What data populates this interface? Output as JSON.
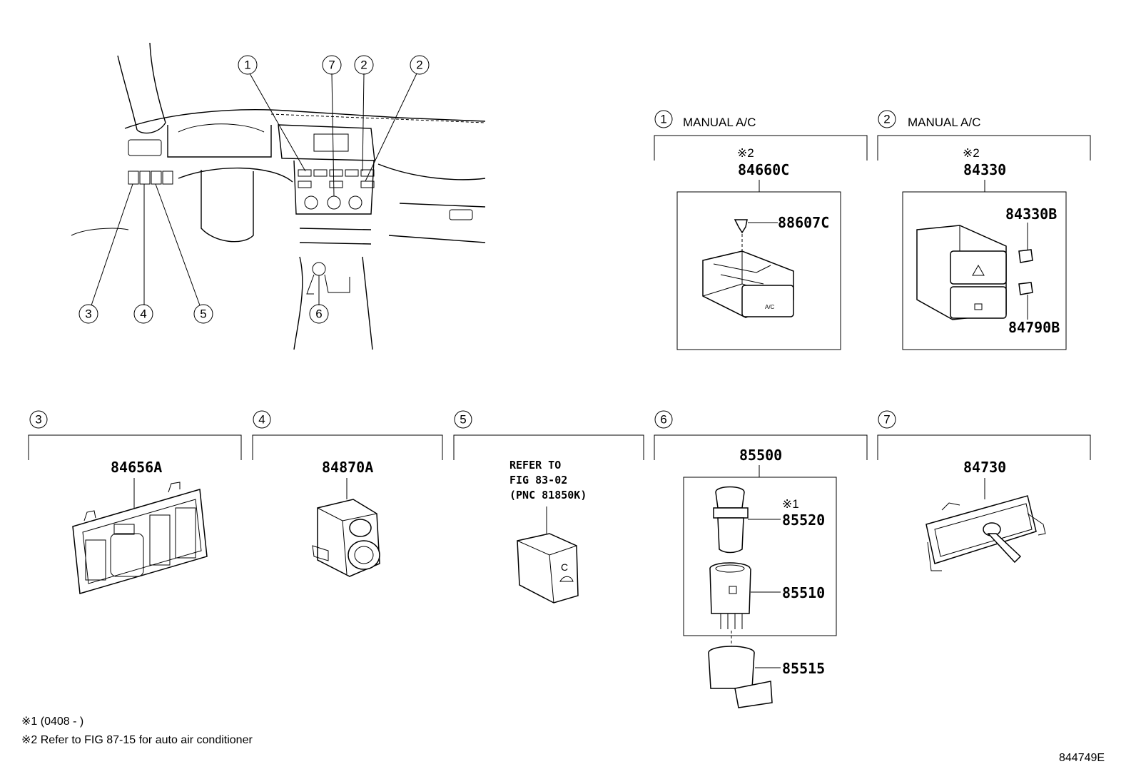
{
  "overview": {
    "callouts": [
      "1",
      "7",
      "2",
      "2",
      "3",
      "4",
      "5",
      "6"
    ]
  },
  "sections": [
    {
      "num": "1",
      "title": "MANUAL A/C",
      "note_mark": "※2",
      "part": "84660C",
      "subparts": [
        "88607C"
      ]
    },
    {
      "num": "2",
      "title": "MANUAL A/C",
      "note_mark": "※2",
      "part": "84330",
      "subparts": [
        "84330B",
        "84790B"
      ]
    },
    {
      "num": "3",
      "part": "84656A"
    },
    {
      "num": "4",
      "part": "84870A"
    },
    {
      "num": "5",
      "refer": [
        "REFER TO",
        "FIG 83-02",
        "(PNC 81850K)"
      ]
    },
    {
      "num": "6",
      "part": "85500",
      "note_mark": "※1",
      "subparts": [
        "85520",
        "85510",
        "85515"
      ]
    },
    {
      "num": "7",
      "part": "84730"
    }
  ],
  "footnotes": [
    "※1 (0408 -        )",
    "※2 Refer to FIG 87-15 for auto air conditioner"
  ],
  "figure_id": "844749E"
}
